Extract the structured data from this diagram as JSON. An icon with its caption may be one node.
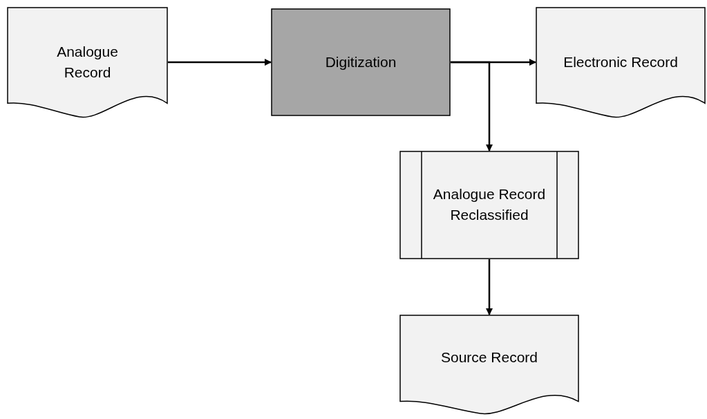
{
  "diagram": {
    "nodes": [
      {
        "text": [
          "Analogue Record"
        ]
      },
      {
        "text": [
          "Digitization"
        ]
      },
      {
        "text": [
          "Electronic Record"
        ]
      },
      {
        "text": [
          "Analogue Record Reclassified"
        ]
      },
      {
        "text": [
          "Source Record"
        ]
      }
    ],
    "edges": [
      {
        "from": 0,
        "to": 1,
        "arrow": "to"
      },
      {
        "from": 1,
        "to": 2,
        "arrow": "to"
      },
      {
        "from": 1,
        "to": 3,
        "arrow": "to"
      },
      {
        "from": 3,
        "to": 4,
        "arrow": "to"
      }
    ]
  }
}
